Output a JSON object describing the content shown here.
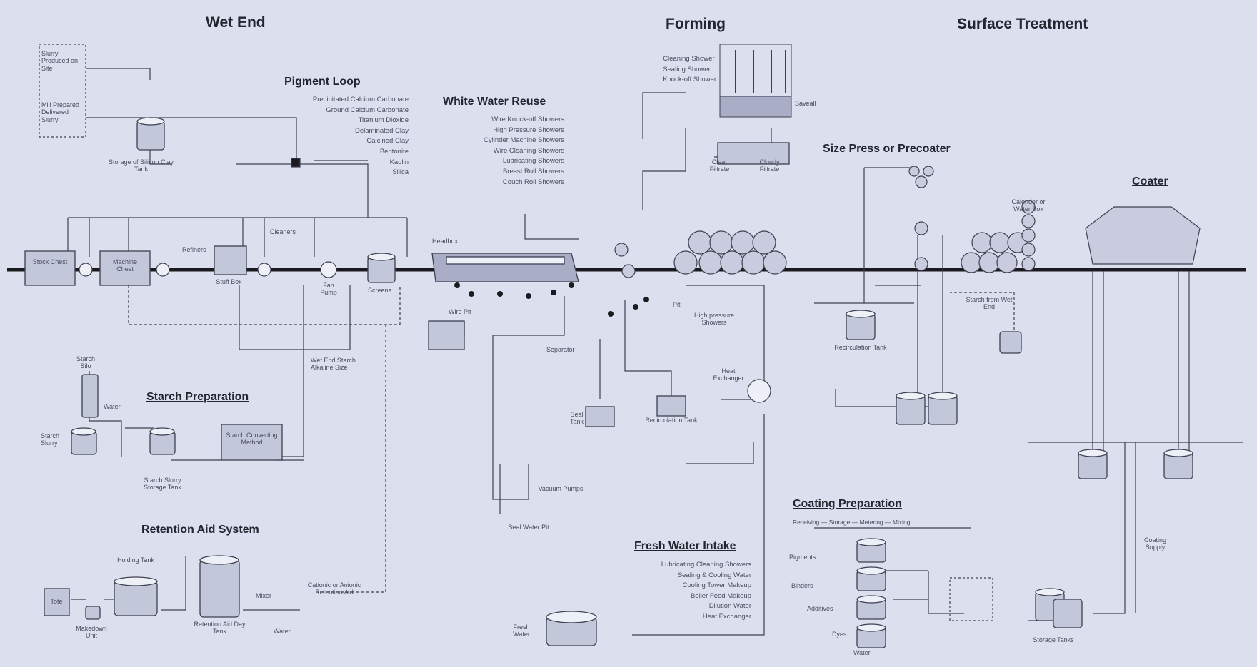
{
  "sections": {
    "wet_end": "Wet End",
    "forming": "Forming",
    "surface_treatment": "Surface Treatment"
  },
  "subsystems": {
    "pigment_loop": "Pigment Loop",
    "white_water_reuse": "White Water Reuse",
    "size_press": "Size Press or Precoater",
    "coater": "Coater",
    "starch_preparation": "Starch Preparation",
    "retention_aid": "Retention Aid System",
    "coating_preparation": "Coating Preparation",
    "fresh_water_intake": "Fresh Water Intake"
  },
  "lists": {
    "pigment_loop": [
      "Precipitated Calcium Carbonate",
      "Ground Calcium Carbonate",
      "Titanium Dioxide",
      "Delaminated Clay",
      "Calcined Clay",
      "Bentonite",
      "Kaolin",
      "Silica"
    ],
    "white_water_reuse": [
      "Wire Knock-off Showers",
      "High Pressure Showers",
      "Cylinder Machine Showers",
      "Wire Cleaning Showers",
      "Lubricating Showers",
      "Breast Roll Showers",
      "Couch Roll Showers"
    ],
    "fresh_water_intake": [
      "Lubricating Cleaning Showers",
      "Sealing & Cooling Water",
      "Cooling Tower Makeup",
      "Boiler Feed Makeup",
      "Dilution Water",
      "Heat Exchanger"
    ],
    "forming_showers": [
      "Cleaning Shower",
      "Sealing Shower",
      "Knock-off Shower"
    ],
    "coating_prep_flow": [
      "Receiving",
      "Storage",
      "Metering",
      "Mixing"
    ]
  },
  "labels": {
    "slurry_on_site": "Slurry Produced on Site",
    "mill_delivered": "Mill Prepared Delivered Slurry",
    "storage_tank": "Storage of Silicon Clay Tank",
    "stock_chest": "Stock Chest",
    "machine_chest": "Machine Chest",
    "refiners": "Refiners",
    "stuff_box": "Stuff Box",
    "cleaners": "Cleaners",
    "fan_pump": "Fan Pump",
    "screens": "Screens",
    "headbox": "Headbox",
    "wire_pit": "Wire Pit",
    "separator": "Separator",
    "seal_tank": "Seal Tank",
    "recirculation_tank": "Recirculation Tank",
    "pit": "Pit",
    "hp_showers": "High pressure Showers",
    "heat_exchanger": "Heat Exchanger",
    "vacuum_pumps": "Vacuum Pumps",
    "seal_water_pit": "Seal Water Pit",
    "wet_end_starch": "Wet End Starch Alkaline Size",
    "starch_silo": "Starch Silo",
    "water": "Water",
    "starch_slurry": "Starch Slurry",
    "starch_storage": "Starch Slurry Storage Tank",
    "starch_converting": "Starch Converting Method",
    "tote": "Tote",
    "makedown_unit": "Makedown Unit",
    "holding_tank": "Holding Tank",
    "retention_day_tank": "Retention Aid Day Tank",
    "mixer": "Mixer",
    "water2": "Water",
    "cationic_retention": "Cationic or Anionic Retention Aid",
    "fresh_water": "Fresh Water",
    "saveall": "Saveall",
    "clear_filtrate": "Clear Filtrate",
    "cloudy_filtrate": "Cloudy Filtrate",
    "recirculation_tank2": "Recirculation Tank",
    "starch_wet_end": "Starch from Wet End",
    "calender_stack": "Calender or Water Box",
    "coating_supply": "Coating Supply",
    "pigments": "Pigments",
    "binders": "Binders",
    "additives": "Additives",
    "dyes": "Dyes",
    "water3": "Water",
    "storage_tanks": "Storage Tanks"
  },
  "colors": {
    "background": "#dcdfee",
    "line": "#3d4050",
    "tank_fill": "#c3c7da",
    "tank_top": "#eef0f8",
    "process_line": "#1a1a1f"
  }
}
